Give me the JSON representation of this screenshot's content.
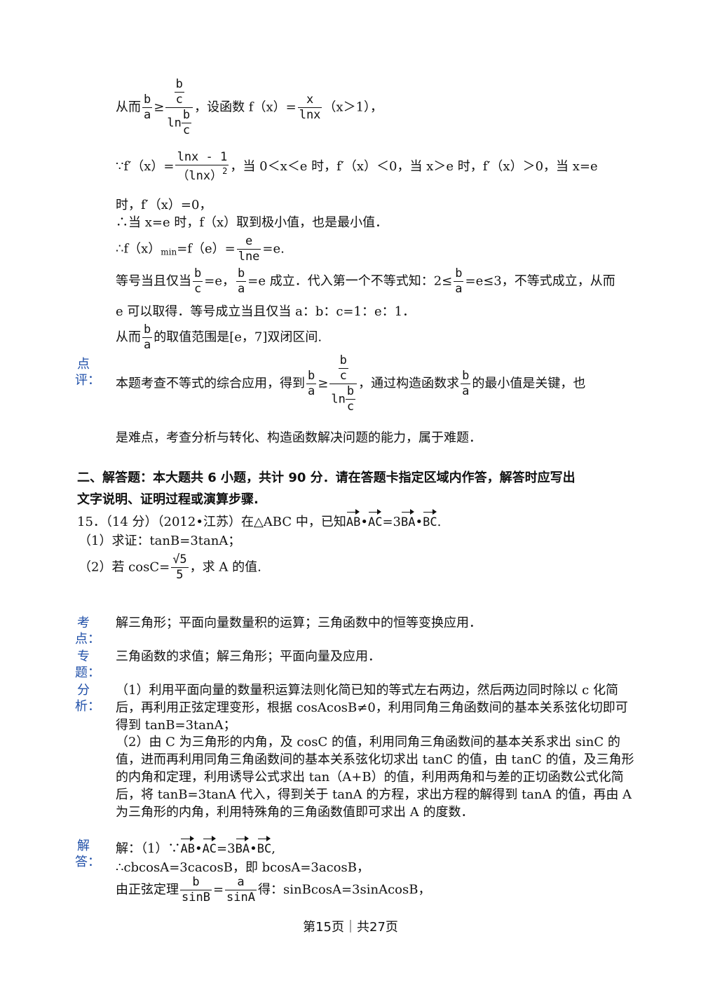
{
  "l1": {
    "a": "从而",
    "b": "b",
    "c": "a",
    "d": "≥",
    "e": "b",
    "f": "c",
    "g": "ln",
    "h": "b",
    "i": "c",
    "j": "，设函数 f（x）=",
    "k": "x",
    "m": "lnx",
    "n": "（x＞1），"
  },
  "l2": {
    "a": "∵f′（x）=",
    "num": "lnx - 1",
    "den": "（lnx）",
    "sq": "2",
    "b": "，当 0＜x＜e 时，f′（x）＜0，当 x＞e 时，f′（x）＞0，当 x=e"
  },
  "l3": "时，f′（x）=0，",
  "l4": "∴当 x=e 时，f（x）取到极小值，也是最小值．",
  "l5": {
    "a": "∴f（x）",
    "sub": "min",
    "b": "=f（e）=",
    "num": "e",
    "den": "lne",
    "c": "=e."
  },
  "l6": {
    "a": "等号当且仅当",
    "n1": "b",
    "d1": "c",
    "b": "=e，",
    "n2": "b",
    "d2": "a",
    "c": "=e 成立．代入第一个不等式知：2≤",
    "n3": "b",
    "d3": "a",
    "d": "=e≤3，不等式成立，从而"
  },
  "l7": "e 可以取得．等号成立当且仅当 a：b：c=1：e：1．",
  "l8": {
    "a": "从而",
    "n": "b",
    "d": "a",
    "b": "的取值范围是[e，7]双闭区间."
  },
  "labels": {
    "dianping": [
      "点",
      "评："
    ],
    "kaodian": [
      "考",
      "点："
    ],
    "zhuanti": [
      "专",
      "题："
    ],
    "fenxi": [
      "分",
      "析："
    ],
    "jieda": [
      "解",
      "答："
    ]
  },
  "comment": {
    "a": "本题考查不等式的综合应用，得到",
    "b": "b",
    "c": "a",
    "d": "≥",
    "e": "b",
    "f": "c",
    "g": "ln",
    "h": "b",
    "i": "c",
    "j": "，通过构造函数求",
    "k": "b",
    "m": "a",
    "n": "的最小值是关键，也"
  },
  "comment2": "是难点，考查分析与转化、构造函数解决问题的能力，属于难题．",
  "section": {
    "line1": "二、解答题：本大题共 6 小题，共计 90 分．请在答题卡指定区域内作答，解答时应写出",
    "line2": "文字说明、证明过程或演算步骤."
  },
  "q15": {
    "a": "15．（14 分）（2012•江苏）在△ABC 中，已知",
    "v1": "AB",
    "dot": "•",
    "v2": "AC",
    "eq": "=3",
    "v3": "BA",
    "v4": "BC",
    "end": "."
  },
  "q15_1": "（1）求证：tanB=3tanA；",
  "q15_2": {
    "a": "（2）若 cosC=",
    "num": "√5",
    "den": "5",
    "b": "，求 A 的值."
  },
  "kaodian": "解三角形；平面向量数量积的运算；三角函数中的恒等变换应用．",
  "zhuanti": "三角函数的求值；解三角形；平面向量及应用．",
  "fenxi1": "（1）利用平面向量的数量积运算法则化简已知的等式左右两边，然后两边同时除以 c 化简后，再利用正弦定理变形，根据 cosAcosB≠0，利用同角三角函数间的基本关系弦化切即可得到 tanB=3tanA；",
  "fenxi2": "（2）由 C 为三角形的内角，及 cosC 的值，利用同角三角函数间的基本关系求出 sinC 的值，进而再利用同角三角函数间的基本关系弦化切求出 tanC 的值，由 tanC 的值，及三角形的内角和定理，利用诱导公式求出 tan（A+B）的值，利用两角和与差的正切函数公式化简后，将 tanB=3tanA 代入，得到关于 tanA 的方程，求出方程的解得到 tanA 的值，再由 A 为三角形的内角，利用特殊角的三角函数值即可求出 A 的度数．",
  "jie1": {
    "a": "解：（1）∵",
    "v1": "AB",
    "dot": "•",
    "v2": "AC",
    "eq": "=3",
    "v3": "BA",
    "v4": "BC",
    "end": ","
  },
  "jie2": "∴cbcosA=3cacosB，即 bcosA=3acosB，",
  "jie3": {
    "a": "由正弦定理",
    "n1": "b",
    "d1": "sinB",
    "b": "=",
    "n2": "a",
    "d2": "sinA",
    "c": "得：sinBcosA=3sinAcosB，"
  },
  "footer": "第15页｜共27页"
}
